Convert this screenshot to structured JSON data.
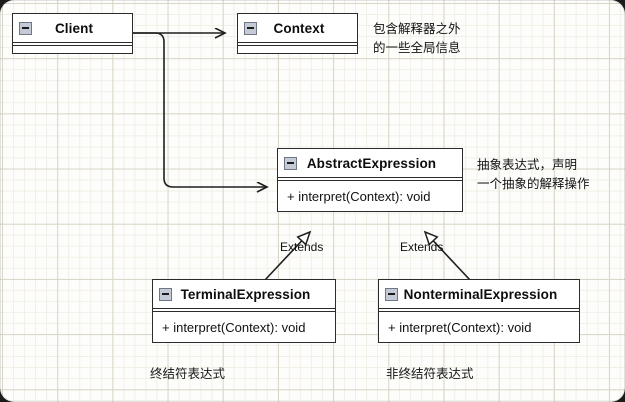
{
  "diagram": {
    "title": "Interpreter Pattern UML Class Diagram",
    "classes": [
      {
        "id": "client",
        "name": "Client",
        "icon": "collapse-minus-icon",
        "members": []
      },
      {
        "id": "context",
        "name": "Context",
        "icon": "collapse-minus-icon",
        "members": []
      },
      {
        "id": "abstract-expression",
        "name": "AbstractExpression",
        "icon": "collapse-minus-icon",
        "members": [
          "+ interpret(Context): void"
        ]
      },
      {
        "id": "terminal-expression",
        "name": "TerminalExpression",
        "icon": "collapse-minus-icon",
        "members": [
          "+ interpret(Context): void"
        ]
      },
      {
        "id": "nonterminal-expression",
        "name": "NonterminalExpression",
        "icon": "collapse-minus-icon",
        "members": [
          "+ interpret(Context): void"
        ]
      }
    ],
    "edge_labels": {
      "terminal_extends": "Extends",
      "nonterminal_extends": "Extends"
    },
    "notes": {
      "context_note": "包含解释器之外\n的一些全局信息",
      "abstract_note": "抽象表达式，声明\n一个抽象的解释操作"
    },
    "captions": {
      "terminal_caption": "终结符表达式",
      "nonterminal_caption": "非终结符表达式"
    },
    "colors": {
      "canvas": "#fdfdfb",
      "grid_minor": "#f1efe6",
      "grid_major": "#d9d6c8",
      "box_fill": "#ffffff",
      "box_stroke": "#2b2b2b",
      "icon_fill": "#c5cbd6",
      "text": "#111111"
    }
  }
}
